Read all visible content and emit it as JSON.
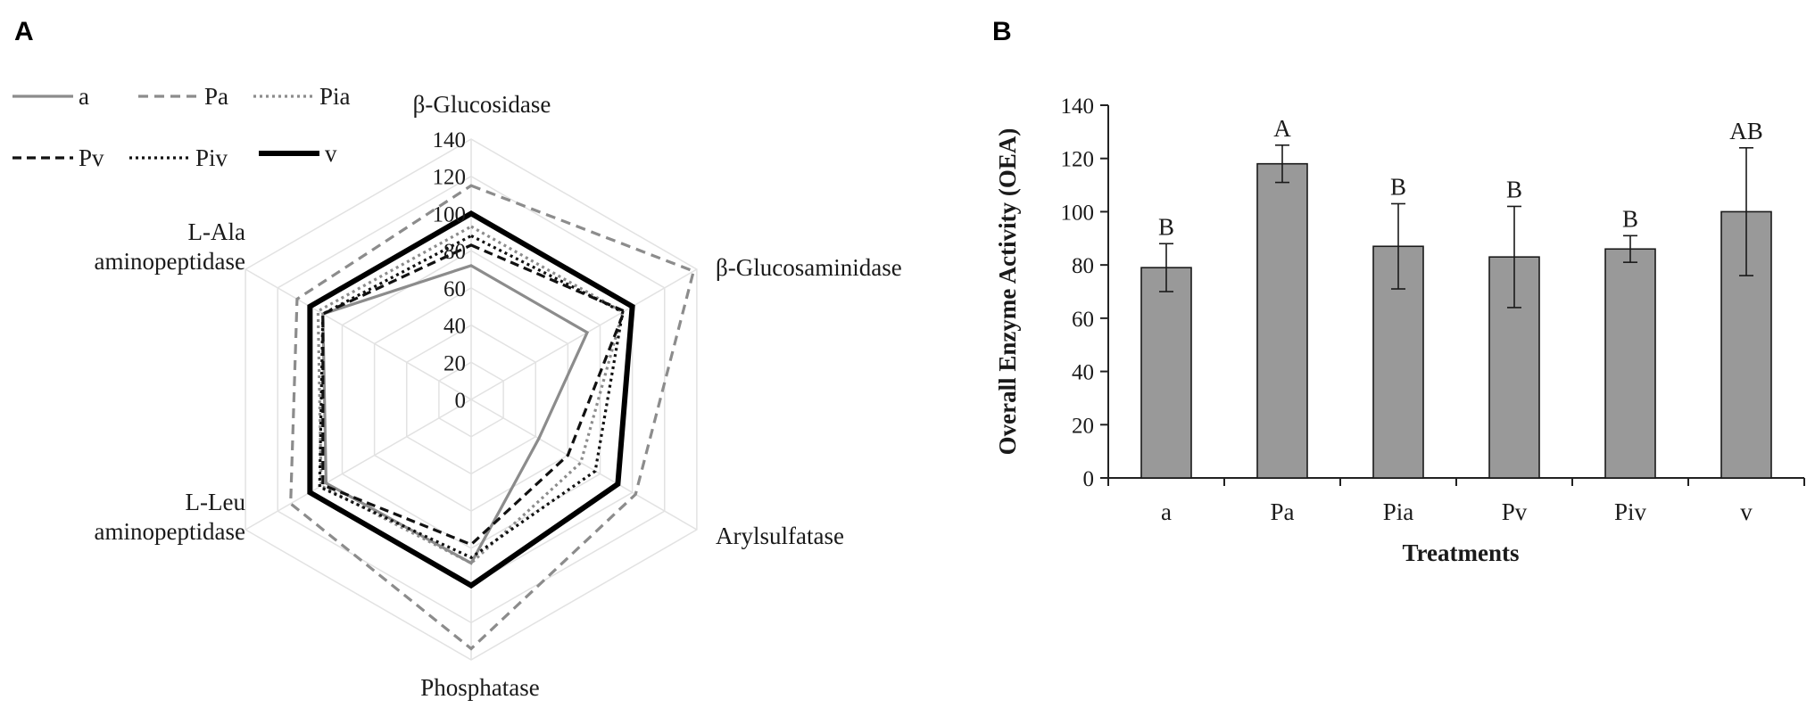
{
  "panels": {
    "a": "A",
    "b": "B"
  },
  "radar": {
    "type": "radar",
    "axes": [
      {
        "label": [
          "β-Glucosidase"
        ]
      },
      {
        "label": [
          "β-Glucosaminidase"
        ]
      },
      {
        "label": [
          "Arylsulfatase"
        ]
      },
      {
        "label": [
          "Phosphatase"
        ]
      },
      {
        "label": [
          "L-Leu",
          "aminopeptidase"
        ]
      },
      {
        "label": [
          "L-Ala",
          "aminopeptidase"
        ]
      }
    ],
    "rmax": 140,
    "ticks": [
      0,
      20,
      40,
      60,
      80,
      100,
      120,
      140
    ],
    "grid": true,
    "legend_position": "top-left",
    "series": [
      {
        "name": "a",
        "values": [
          72,
          72,
          42,
          88,
          90,
          92
        ],
        "color": "#8c8c8c",
        "dash": "none",
        "width": 3.2
      },
      {
        "name": "Pa",
        "values": [
          115,
          138,
          102,
          134,
          112,
          108
        ],
        "color": "#8c8c8c",
        "dash": "11,7",
        "width": 3.2
      },
      {
        "name": "Pia",
        "values": [
          93,
          94,
          68,
          88,
          93,
          95
        ],
        "color": "#8c8c8c",
        "dash": "3,4",
        "width": 3.2
      },
      {
        "name": "Pv",
        "values": [
          83,
          95,
          60,
          78,
          92,
          92
        ],
        "color": "#111111",
        "dash": "10,6",
        "width": 3.2
      },
      {
        "name": "Piv",
        "values": [
          88,
          94,
          77,
          85,
          94,
          92
        ],
        "color": "#111111",
        "dash": "3,4",
        "width": 3.2
      },
      {
        "name": "v",
        "values": [
          100,
          100,
          91,
          100,
          100,
          100
        ],
        "color": "#000000",
        "dash": "none",
        "width": 6
      }
    ]
  },
  "chart_data": {
    "type": "bar",
    "categories": [
      "a",
      "Pa",
      "Pia",
      "Pv",
      "Piv",
      "v"
    ],
    "values": [
      79,
      118,
      87,
      83,
      86,
      100
    ],
    "error": [
      9,
      7,
      16,
      19,
      5,
      24
    ],
    "letters": [
      "B",
      "A",
      "B",
      "B",
      "B",
      "AB"
    ],
    "ylabel": "Overall Enzyme Activity (OEA)",
    "xlabel": "Treatments",
    "ylim": [
      0,
      140
    ],
    "yticks": [
      0,
      20,
      40,
      60,
      80,
      100,
      120,
      140
    ],
    "bar_color": "#999999",
    "grid": false
  }
}
